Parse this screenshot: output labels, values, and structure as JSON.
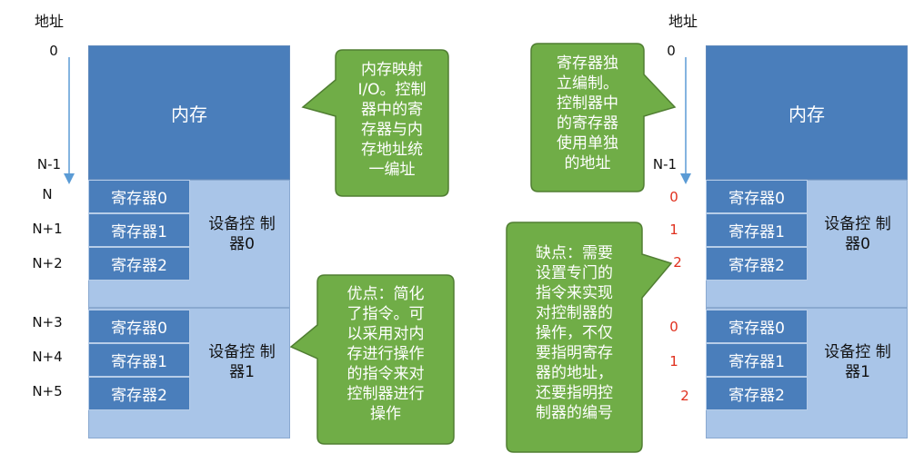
{
  "axis_label": "地址",
  "left_panel": {
    "addresses": [
      "0",
      "N-1",
      "N",
      "N+1",
      "N+2",
      "N+3",
      "N+4",
      "N+5"
    ],
    "memory_label": "内存",
    "controller0": {
      "name": "设备控\n制器0",
      "registers": [
        "寄存器0",
        "寄存器1",
        "寄存器2"
      ]
    },
    "controller1": {
      "name": "设备控\n制器1",
      "registers": [
        "寄存器0",
        "寄存器1",
        "寄存器2"
      ]
    }
  },
  "right_panel": {
    "addresses": [
      "0",
      "N-1"
    ],
    "reg_numbers_0": [
      "0",
      "1",
      "2"
    ],
    "reg_numbers_1": [
      "0",
      "1",
      "2"
    ],
    "memory_label": "内存",
    "controller0": {
      "name": "设备控\n制器0",
      "registers": [
        "寄存器0",
        "寄存器1",
        "寄存器2"
      ]
    },
    "controller1": {
      "name": "设备控\n制器1",
      "registers": [
        "寄存器0",
        "寄存器1",
        "寄存器2"
      ]
    }
  },
  "callouts": {
    "memory_mapped": "内存映射\nI/O。控制\n器中的寄\n存器与内\n存地址统\n一编址",
    "advantage": "优点：简化\n了指令。可\n以采用对内\n存进行操作\n的指令来对\n控制器进行\n操作",
    "independent": "寄存器独\n立编制。\n控制器中\n的寄存器\n使用单独\n的地址",
    "disadvantage": "缺点：需要\n设置专门的\n指令来实现\n对控制器的\n操作，不仅\n要指明寄存\n器的地址，\n还要指明控\n制器的编号"
  },
  "colors": {
    "bubble_fill": "#70ad47",
    "bubble_stroke": "#507e32",
    "memory_fill": "#4a7ebb",
    "controller_fill": "#a9c5e8",
    "red_number": "#e0301e"
  }
}
